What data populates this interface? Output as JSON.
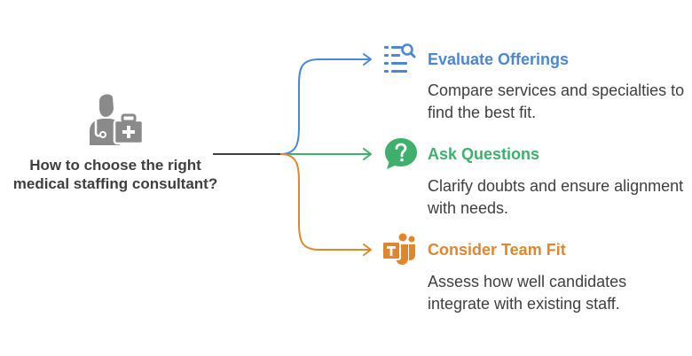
{
  "root": {
    "icon": "doctor-with-medical-kit-icon",
    "title": "How to choose the right medical staffing consultant?",
    "color": "#8a8a8a"
  },
  "branches": [
    {
      "title": "Evaluate Offerings",
      "description": "Compare services and specialties to find the best fit.",
      "icon": "list-search-icon",
      "color": "#4b87d6"
    },
    {
      "title": "Ask Questions",
      "description": "Clarify doubts and ensure alignment with needs.",
      "icon": "question-bubble-icon",
      "color": "#3fb06c"
    },
    {
      "title": "Consider Team Fit",
      "description": "Assess how well candidates integrate with existing staff.",
      "icon": "teams-icon",
      "color": "#e0862f"
    }
  ]
}
